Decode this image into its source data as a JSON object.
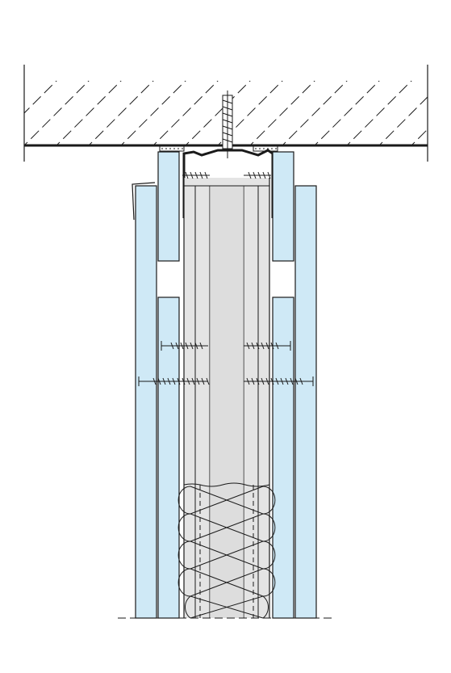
{
  "figure": {
    "kind": "architectural cross-section",
    "labels": []
  },
  "colors": {
    "board": "#cfe9f6",
    "board_edge": "#1a1a1a",
    "stud_core": "#e4e4e4",
    "line": "#1a1a1a",
    "hatch": "#1a1a1a",
    "background": "#ffffff"
  },
  "components": [
    "concrete-ceiling-slab",
    "ceiling-line",
    "u-channel-track",
    "ceiling-anchor",
    "board-layers",
    "upper-edge-boards",
    "metal-stud-core",
    "drywall-screws",
    "mineral-wool-insulation",
    "break-line"
  ]
}
